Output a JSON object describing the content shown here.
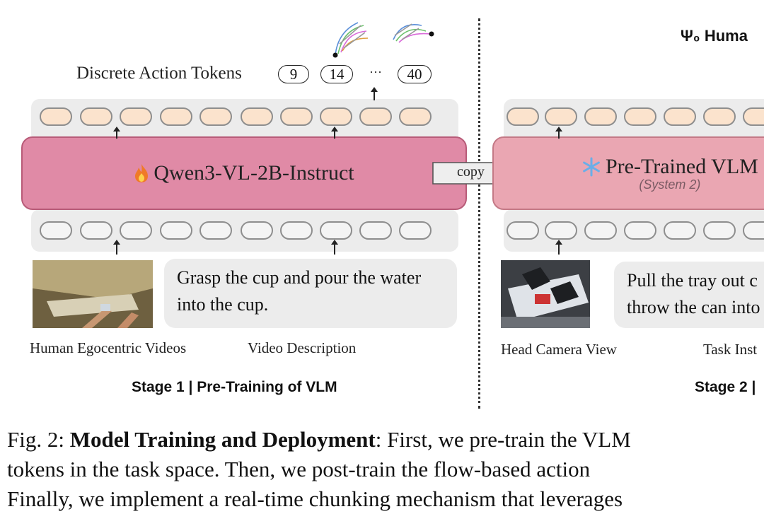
{
  "stage1": {
    "action_tokens_label": "Discrete Action Tokens",
    "token_values": [
      "9",
      "14",
      "40"
    ],
    "ellipsis": "···",
    "model_name": "Qwen3-VL-2B-Instruct",
    "model_icon": "fire-icon",
    "description_text": "Grasp the cup and pour the water into the cup.",
    "label_videos": "Human Egocentric Videos",
    "label_description": "Video Description",
    "stage_title": "Stage 1 | Pre-Training of VLM"
  },
  "copy_label": "copy",
  "stage2": {
    "header": "Ψ₀ Huma",
    "model_name": "Pre-Trained VLM",
    "model_icon": "snowflake-icon",
    "system_label": "(System 2)",
    "instruction_text": "Pull the tray out c throw the can into",
    "label_camera": "Head Camera View",
    "label_instruction": "Task Inst",
    "stage_title": "Stage 2 |"
  },
  "caption": {
    "prefix": "Fig. 2: ",
    "title": "Model Training and Deployment",
    "line1_rest": ": First, we pre-train the VLM",
    "line2": "tokens in the task space. Then, we post-train the flow-based action",
    "line3": "Finally, we implement a real-time chunking mechanism that leverages"
  },
  "colors": {
    "vlm_stage1": "#e08aa6",
    "vlm_stage2": "#eaa6b2",
    "output_token": "#fbe3cd",
    "strip": "#ececec"
  }
}
